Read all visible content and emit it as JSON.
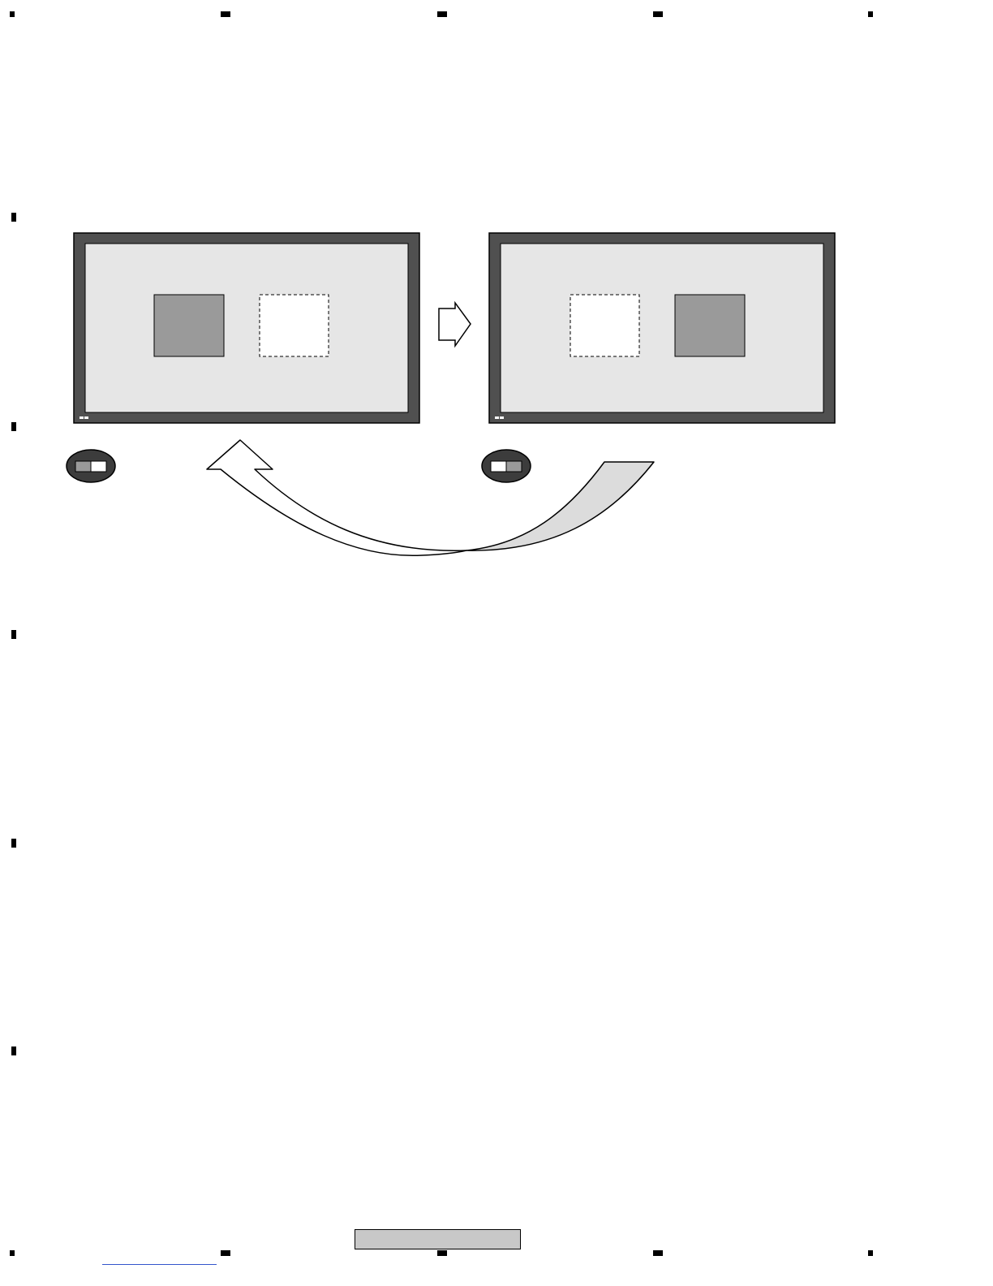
{
  "colors": {
    "bezel": "#505050",
    "screen": "#e6e6e6",
    "active_window": "#9a9a9a",
    "inactive_window": "#ffffff",
    "remote_body": "#3c3c3c",
    "return_arrow_fill": "#dcdcdc",
    "outline": "#000000"
  },
  "displays": [
    {
      "name": "display-before",
      "active_window": "left",
      "remote_switch_active": "left"
    },
    {
      "name": "display-after",
      "active_window": "right",
      "remote_switch_active": "right"
    }
  ],
  "icons": {
    "forward_arrow": "right-arrow-icon",
    "return_arrow": "curved-return-arrow-icon",
    "remote_switch": "swap-switch-icon"
  },
  "footer": {
    "page_label": ""
  }
}
